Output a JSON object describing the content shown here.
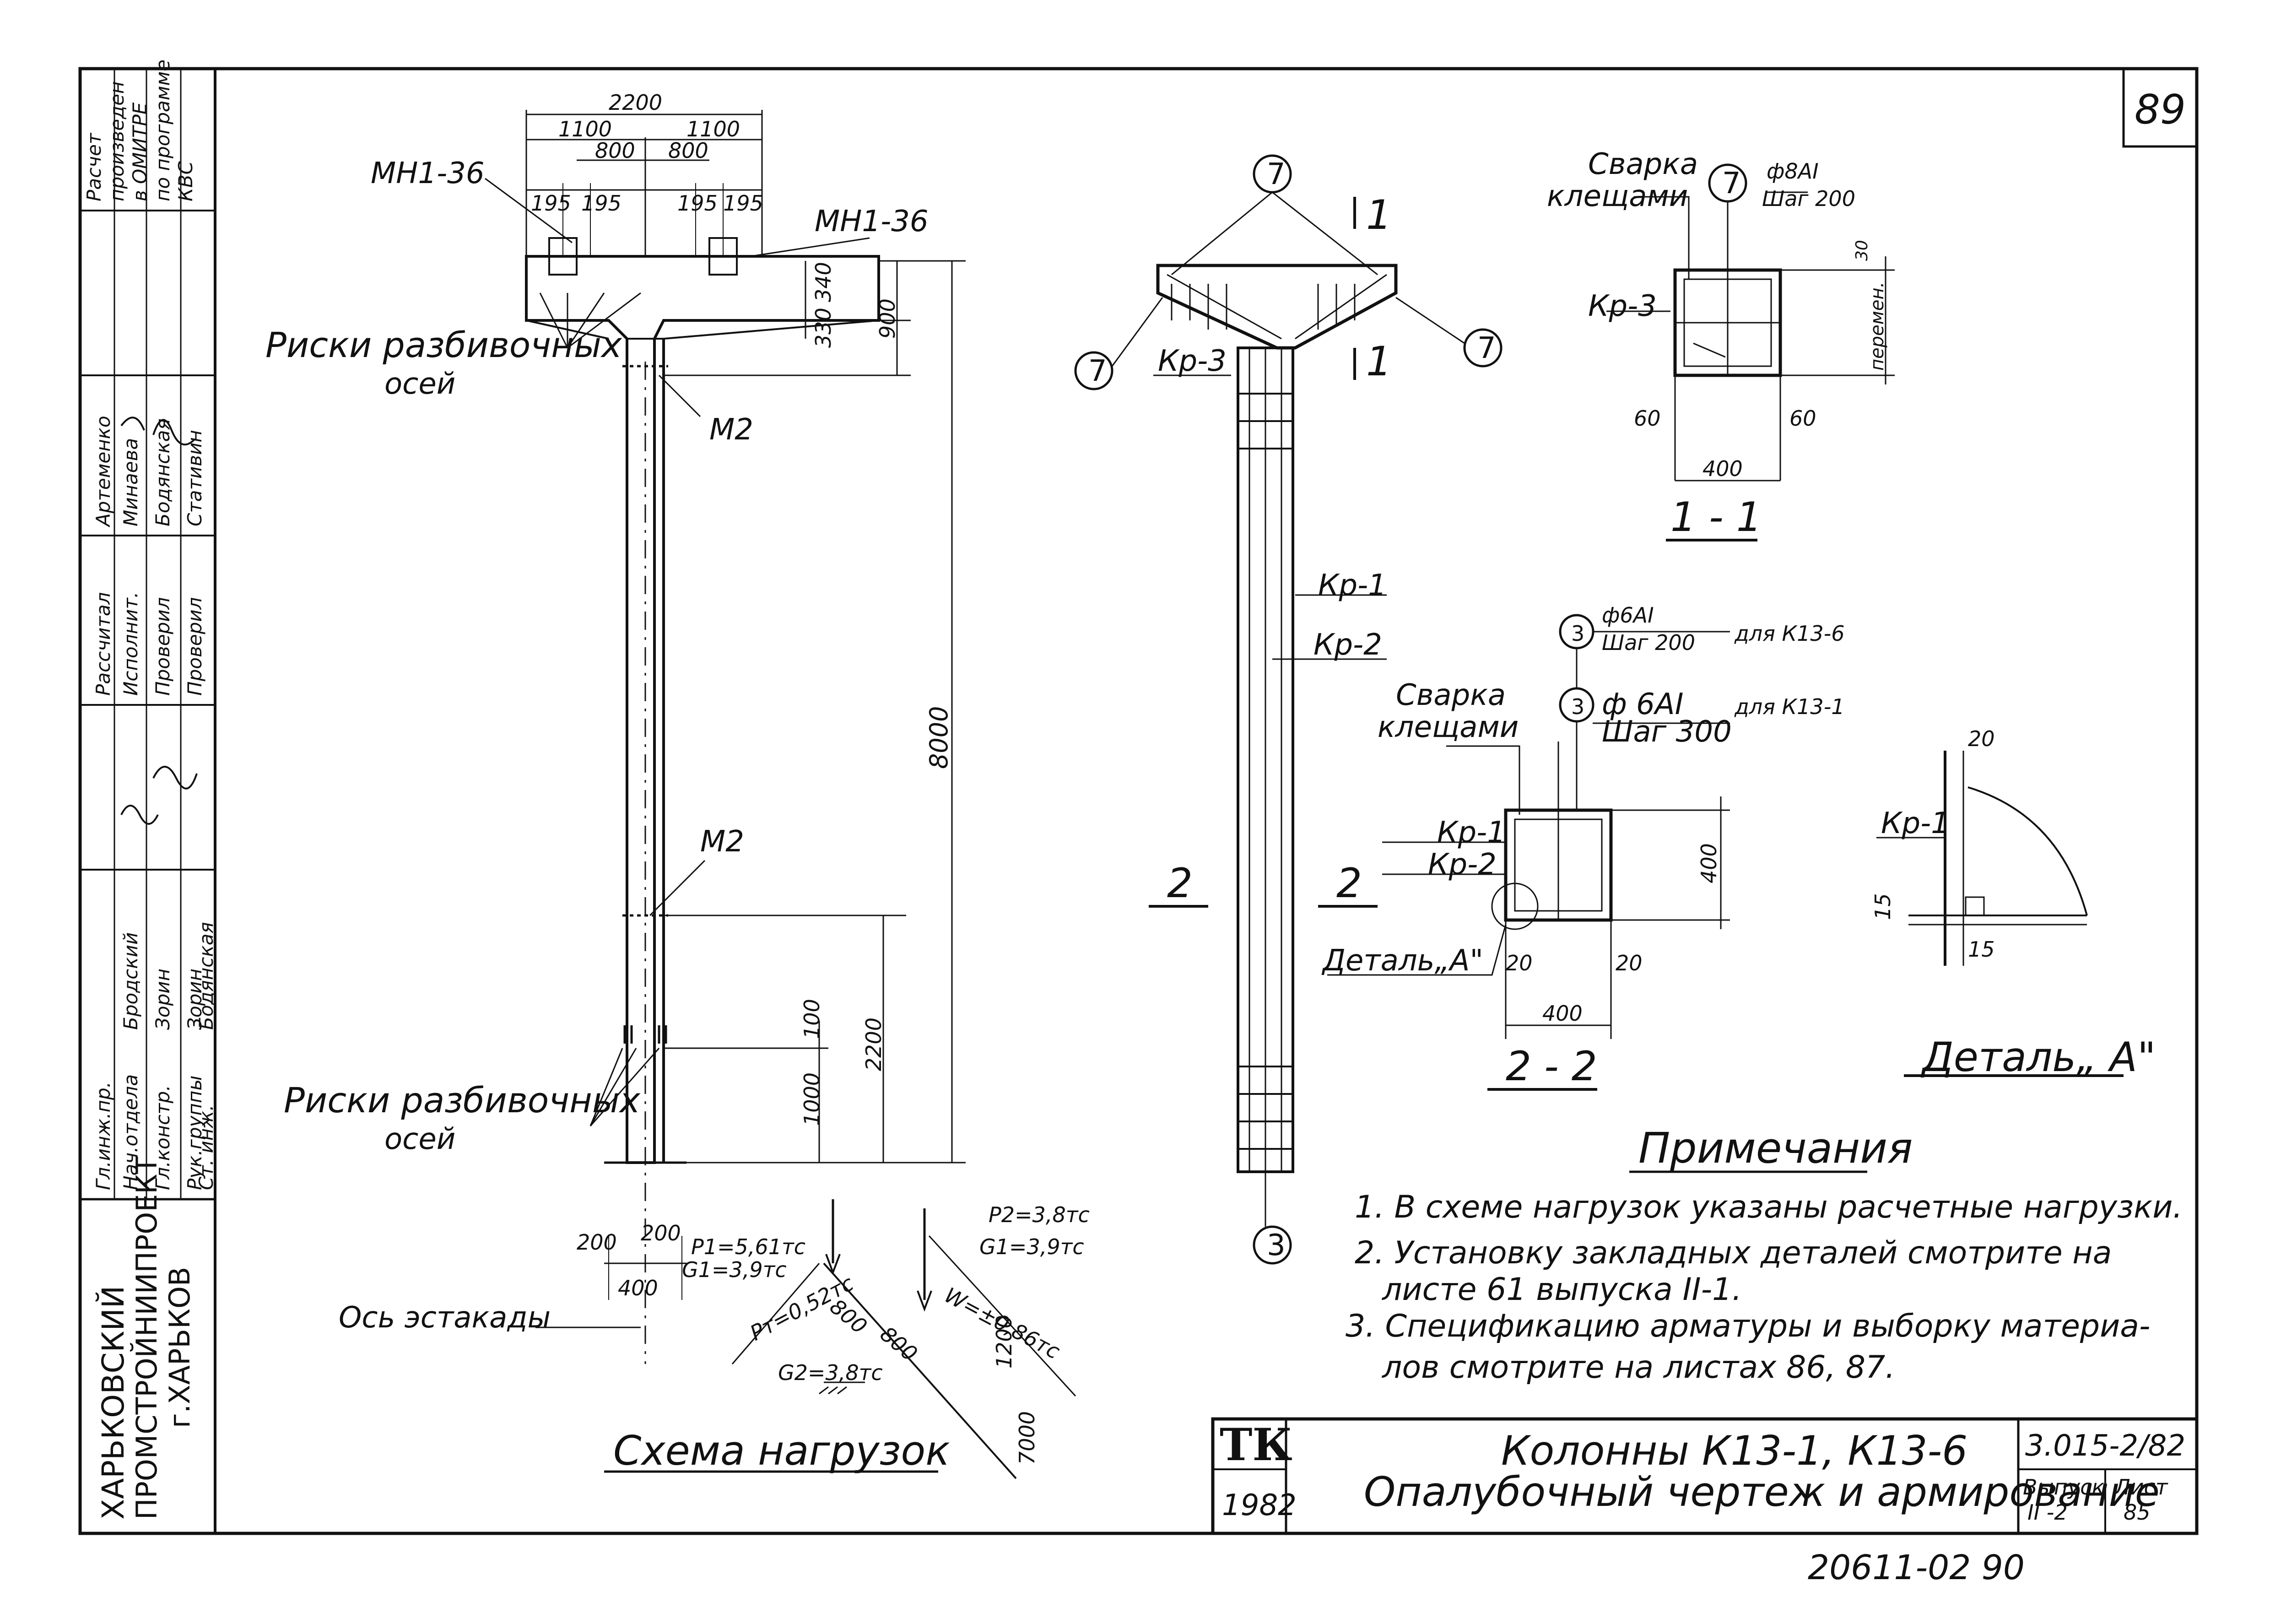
{
  "sheet_number": "89",
  "handwritten_footer": "20611-02   90",
  "left_stamp": {
    "org": [
      "ХАРЬКОВСКИЙ",
      "ПРОМСТРОЙНИИПРОЕКТ",
      "г.ХАРЬКОВ"
    ],
    "roles": [
      "Гл.инж.пр.",
      "Нач.отдела",
      "Гл.констр.",
      "Рук.группы",
      "Ст. инж."
    ],
    "names": [
      "Бродский",
      "Зорин",
      "Зорин",
      "Бодянская"
    ],
    "roles2": [
      "Рассчитал",
      "Исполнит.",
      "Проверил",
      "Проверил"
    ],
    "names2": [
      "Артеменко",
      "Минаева",
      "Бодянская",
      "Стативин"
    ],
    "calc_note": [
      "Расчет",
      "произведен",
      "в ОМИТРЕ",
      "по программе",
      "КВС"
    ]
  },
  "load_scheme": {
    "title": "Схема нагрузок",
    "dims_top": [
      "2200",
      "1100",
      "1100",
      "800",
      "800",
      "195",
      "195",
      "195",
      "195"
    ],
    "dims_right": [
      "340",
      "330",
      "900",
      "8000",
      "2200",
      "1000",
      "100"
    ],
    "dims_bottom": [
      "200",
      "200",
      "400"
    ],
    "label_mn_left": "МН1-36",
    "label_mn_right": "МН1-36",
    "label_m2_top": "М2",
    "label_m2_bottom": "М2",
    "label_risks_top": [
      "Риски разбивочных",
      "осей"
    ],
    "label_risks_bottom": [
      "Риски разбивочных",
      "осей"
    ],
    "label_axis": "Ось эстакады",
    "loads": {
      "p1": "P1=5,61тс",
      "g1_left": "G1=3,9тс",
      "p2": "P2=3,8тс",
      "g1_right": "G1=3,9тс",
      "w": "W=±0,86тс",
      "pt": "Pт=0,52тс",
      "g2": "G2=3,8тс",
      "d800a": "800",
      "d800b": "800",
      "d1200": "1200",
      "d7000": "7000"
    }
  },
  "column_view": {
    "cut_top": "1",
    "cut_mid": "2",
    "callout_7": "7",
    "callout_3": "3",
    "label_kp3": "Кр-3",
    "label_kp1": "Кр-1",
    "label_kp2": "Кр-2"
  },
  "section_1_1": {
    "title": "1 - 1",
    "weld": [
      "Сварка",
      "клещами"
    ],
    "callout": "7",
    "bar": "ф8АI",
    "step": "Шаг 200",
    "label_kp3": "Кр-3",
    "dims": [
      "30",
      "60",
      "60",
      "400",
      "перемен."
    ]
  },
  "section_2_2": {
    "title": "2 - 2",
    "weld": [
      "Сварка",
      "клещами"
    ],
    "callout": "3",
    "bar_a": "ф6АI",
    "step_a": "Шаг 200",
    "for_a": "для К13-6",
    "bar_b": "ф 6АI",
    "step_b": "Шаг 300",
    "for_b": "для К13-1",
    "label_kp1": "Кр-1",
    "label_kp2": "Кр-2",
    "detail": "Деталь„А\"",
    "dims": [
      "400",
      "20",
      "20",
      "400"
    ]
  },
  "detail_a": {
    "title": "Деталь„ А\"",
    "label_kp1": "Кр-1",
    "dims": [
      "20",
      "15",
      "15"
    ]
  },
  "notes": {
    "heading": "Примечания",
    "items": [
      "1. В схеме нагрузок указаны расчетные нагрузки.",
      "2. Установку закладных деталей смотрите на",
      "листе 61 выпуска II-1.",
      "3. Спецификацию арматуры и выборку материа-",
      "лов смотрите на листах 86, 87."
    ]
  },
  "title_block": {
    "logo": "ТК",
    "year": "1982",
    "title_line1": "Колонны К13-1, К13-6",
    "title_line2": "Опалубочный чертеж и армирование",
    "code": "3.015-2/82",
    "issue_label": "Выпуск",
    "issue": "II -2",
    "sheet_label": "Лист",
    "sheet": "85"
  }
}
